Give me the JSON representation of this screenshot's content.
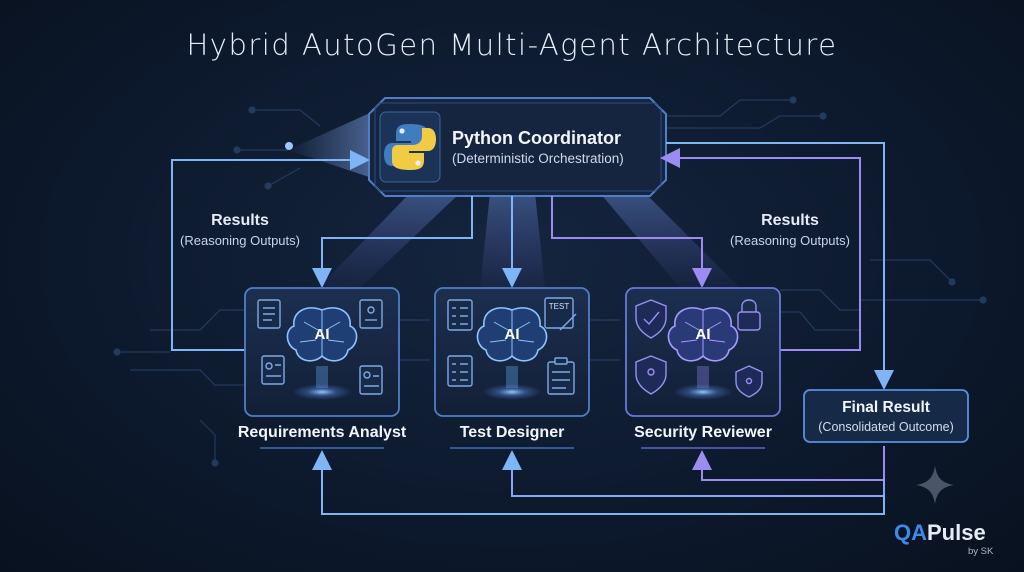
{
  "title": "Hybrid AutoGen Multi-Agent Architecture",
  "coordinator": {
    "name": "Python Coordinator",
    "subtitle": "(Deterministic Orchestration)",
    "icon": "python-logo-icon"
  },
  "results_left": {
    "title": "Results",
    "subtitle": "(Reasoning Outputs)"
  },
  "results_right": {
    "title": "Results",
    "subtitle": "(Reasoning Outputs)"
  },
  "agents": [
    {
      "name": "Requirements Analyst",
      "ai_label": "AI",
      "icons": [
        "document-icon",
        "profile-document-icon"
      ]
    },
    {
      "name": "Test Designer",
      "ai_label": "AI",
      "icons": [
        "checklist-icon",
        "test-document-icon",
        "clipboard-icon"
      ],
      "test_label": "TEST"
    },
    {
      "name": "Security Reviewer",
      "ai_label": "AI",
      "icons": [
        "shield-check-icon",
        "padlock-icon",
        "shield-lock-icon"
      ]
    }
  ],
  "final": {
    "title": "Final Result",
    "subtitle": "(Consolidated Outcome)"
  },
  "brand": {
    "qa": "QA",
    "rest": "Pulse",
    "by": "by SK"
  },
  "colors": {
    "accent_blue": "#5aa2f0",
    "accent_purple": "#8e7fe6",
    "background": "#0d1a2e",
    "qa_blue": "#3d8be8"
  }
}
